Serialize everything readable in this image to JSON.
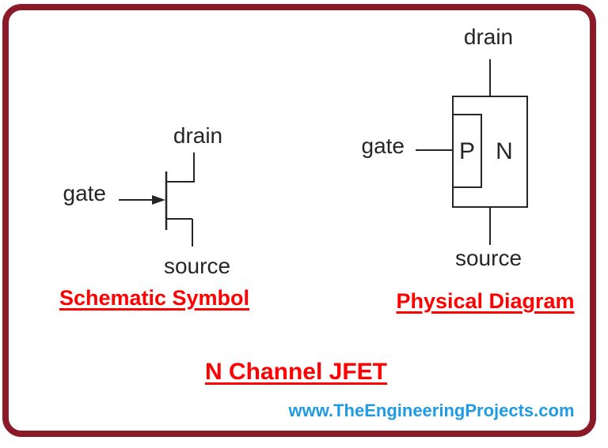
{
  "main_title": "N Channel JFET",
  "watermark": "www.TheEngineeringProjects.com",
  "schematic": {
    "caption": "Schematic Symbol",
    "drain_label": "drain",
    "gate_label": "gate",
    "source_label": "source"
  },
  "physical": {
    "caption": "Physical Diagram",
    "drain_label": "drain",
    "gate_label": "gate",
    "source_label": "source",
    "p_region_label": "P",
    "n_region_label": "N"
  },
  "colors": {
    "border_maroon": "#8B1A28",
    "heading_red": "#FE0000",
    "watermark_blue": "#1F9BE4",
    "line_black": "#262626"
  }
}
